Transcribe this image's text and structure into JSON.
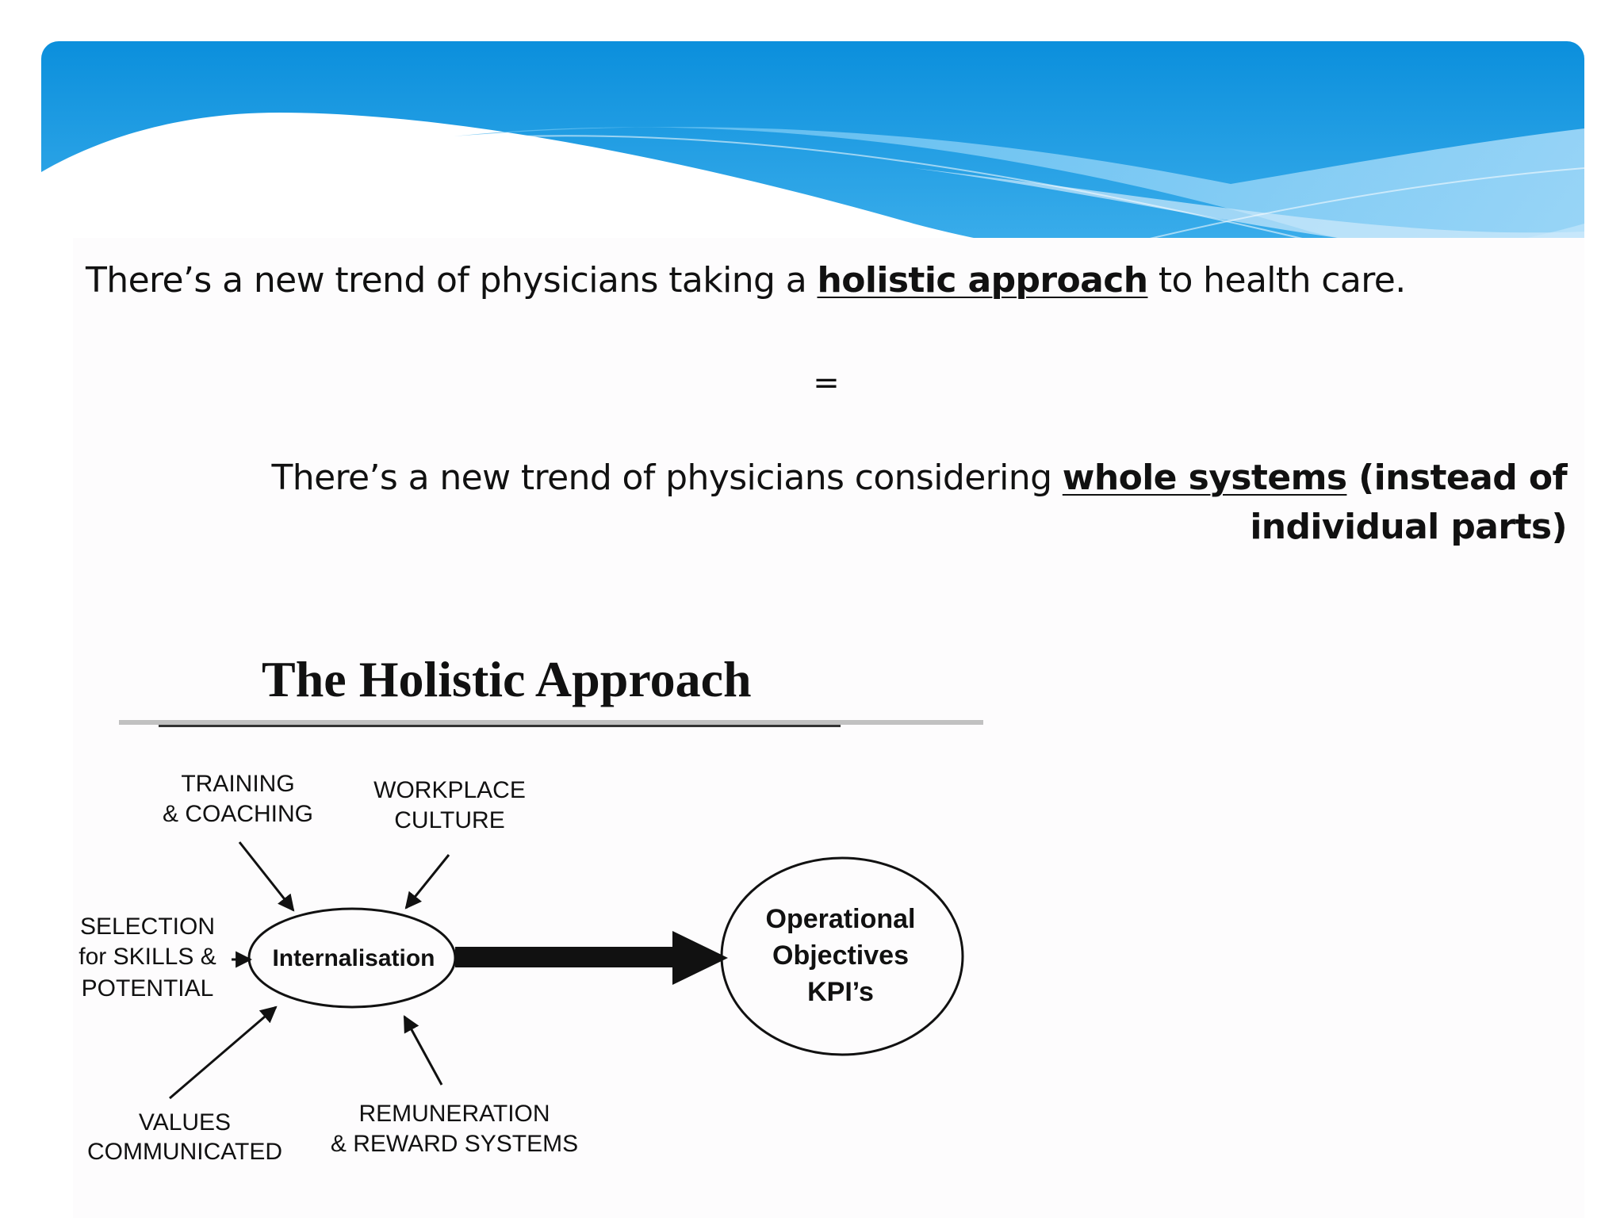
{
  "colors": {
    "banner_dark": "#0e93dd",
    "banner_light": "#8fd0f6",
    "text": "#111111"
  },
  "statement": {
    "pre": "There’s a new trend of physicians taking a ",
    "emphasis": "holistic approach",
    "post": " to health care."
  },
  "equals": "=",
  "restatement": {
    "pre": "There’s a new trend of physicians considering ",
    "emphasis": "whole systems",
    "post": " (instead of individual parts)"
  },
  "diagram": {
    "title": "The Holistic Approach",
    "center": "Internalisation",
    "inputs": {
      "training": [
        "TRAINING",
        "& COACHING"
      ],
      "workplace": [
        "WORKPLACE",
        "CULTURE"
      ],
      "selection": [
        "SELECTION",
        "for SKILLS &",
        "POTENTIAL"
      ],
      "values": [
        "VALUES",
        "COMMUNICATED"
      ],
      "remuneration": [
        "REMUNERATION",
        "& REWARD SYSTEMS"
      ]
    },
    "outcome": [
      "Operational",
      "Objectives",
      "KPI’s"
    ]
  }
}
